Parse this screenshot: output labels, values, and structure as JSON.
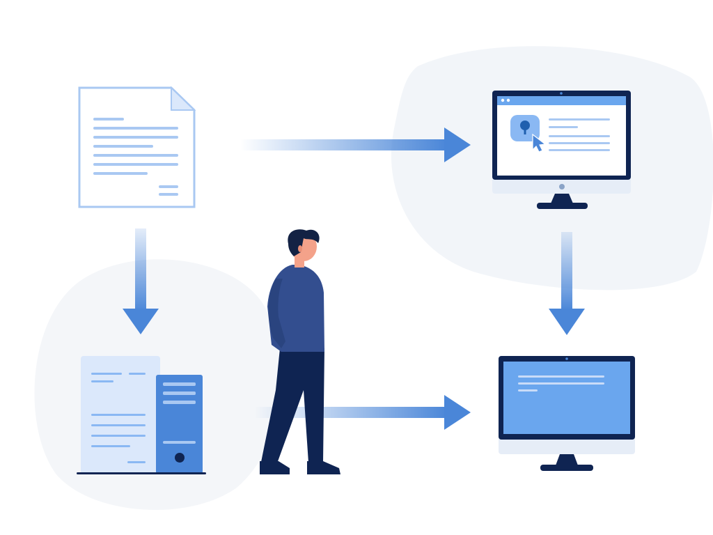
{
  "illustration": {
    "nodes": [
      {
        "id": "source-document",
        "icon": "document-icon"
      },
      {
        "id": "web-monitor",
        "icon": "monitor-with-cursor-icon"
      },
      {
        "id": "document-server",
        "icon": "server-with-document-icon"
      },
      {
        "id": "result-monitor",
        "icon": "monitor-icon"
      }
    ],
    "edges": [
      {
        "from": "source-document",
        "to": "web-monitor",
        "direction": "right"
      },
      {
        "from": "source-document",
        "to": "document-server",
        "direction": "down"
      },
      {
        "from": "web-monitor",
        "to": "result-monitor",
        "direction": "down"
      },
      {
        "from": "document-server",
        "to": "result-monitor",
        "direction": "right"
      }
    ],
    "figure": {
      "icon": "person-icon",
      "pose": "standing"
    }
  },
  "colors": {
    "background": "#ffffff",
    "blob": "#f2f5f9",
    "navy": "#0f2452",
    "accent_blue": "#4a86d8",
    "light_blue": "#a9c8f2",
    "pale_blue": "#dbe8fb",
    "screen_blue": "#6aa6ee",
    "shirt_blue": "#334e8f",
    "skin": "#f4a28a",
    "hair": "#132244"
  }
}
